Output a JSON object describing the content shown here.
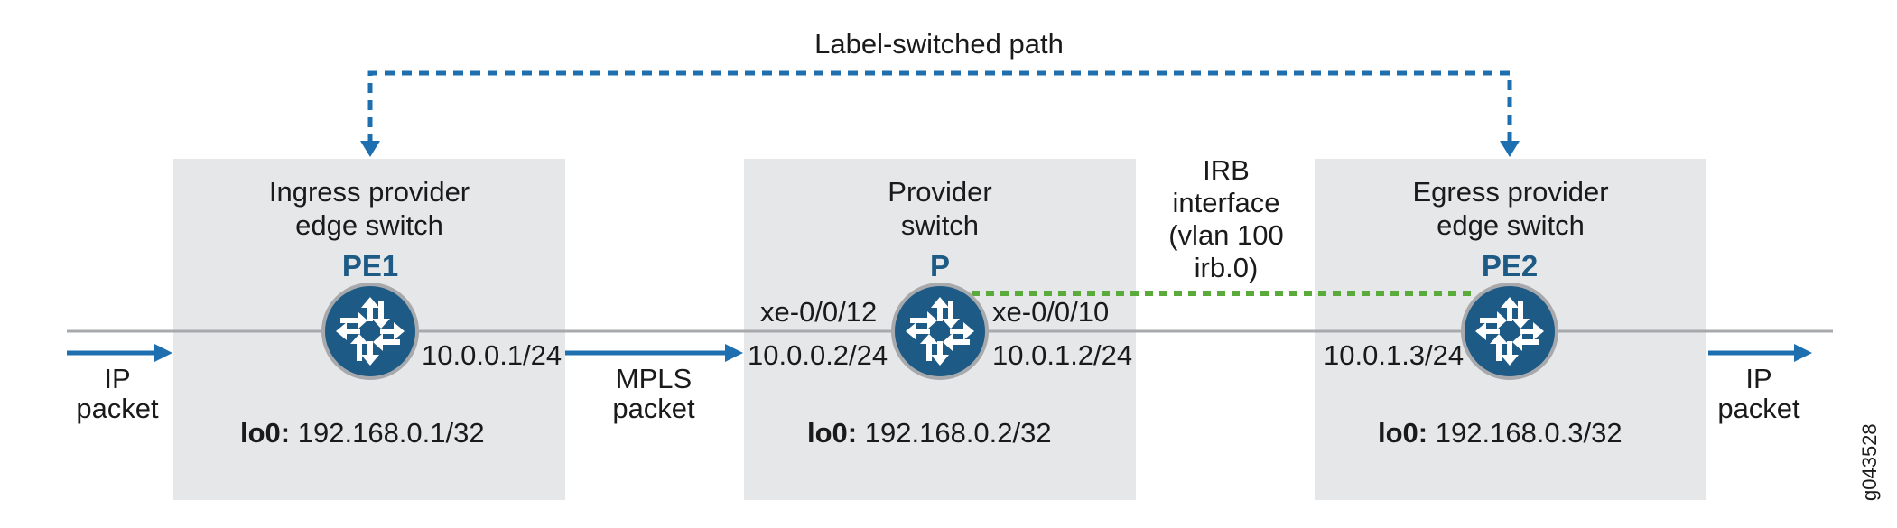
{
  "lsp_label": "Label-switched path",
  "devices": {
    "pe1": {
      "title_line1": "Ingress provider",
      "title_line2": "edge switch",
      "name": "PE1",
      "iface_ip": "10.0.0.1/24",
      "lo_key": "lo0:",
      "lo_value": "192.168.0.1/32",
      "icon": "router-icon"
    },
    "p": {
      "title_line1": "Provider",
      "title_line2": "switch",
      "name": "P",
      "iface_left_name": "xe-0/0/12",
      "iface_left_ip": "10.0.0.2/24",
      "iface_right_name": "xe-0/0/10",
      "iface_right_ip": "10.0.1.2/24",
      "lo_key": "lo0:",
      "lo_value": "192.168.0.2/32",
      "icon": "router-icon"
    },
    "pe2": {
      "title_line1": "Egress provider",
      "title_line2": "edge switch",
      "name": "PE2",
      "iface_ip": "10.0.1.3/24",
      "lo_key": "lo0:",
      "lo_value": "192.168.0.3/32",
      "icon": "router-icon"
    }
  },
  "irb": {
    "line1": "IRB",
    "line2": "interface",
    "line3": "(vlan 100",
    "line4": "irb.0)"
  },
  "flows": {
    "ip_in": {
      "line1": "IP",
      "line2": "packet"
    },
    "mpls": {
      "line1": "MPLS",
      "line2": "packet"
    },
    "ip_out": {
      "line1": "IP",
      "line2": "packet"
    }
  },
  "figure_id": "g043528",
  "colors": {
    "box": "#e6e7e8",
    "router": "#1d5a85",
    "lsp": "#1d6fb0",
    "arrow": "#1d6fb0",
    "irb": "#5aaa3c",
    "wire": "#a7a9ac"
  }
}
